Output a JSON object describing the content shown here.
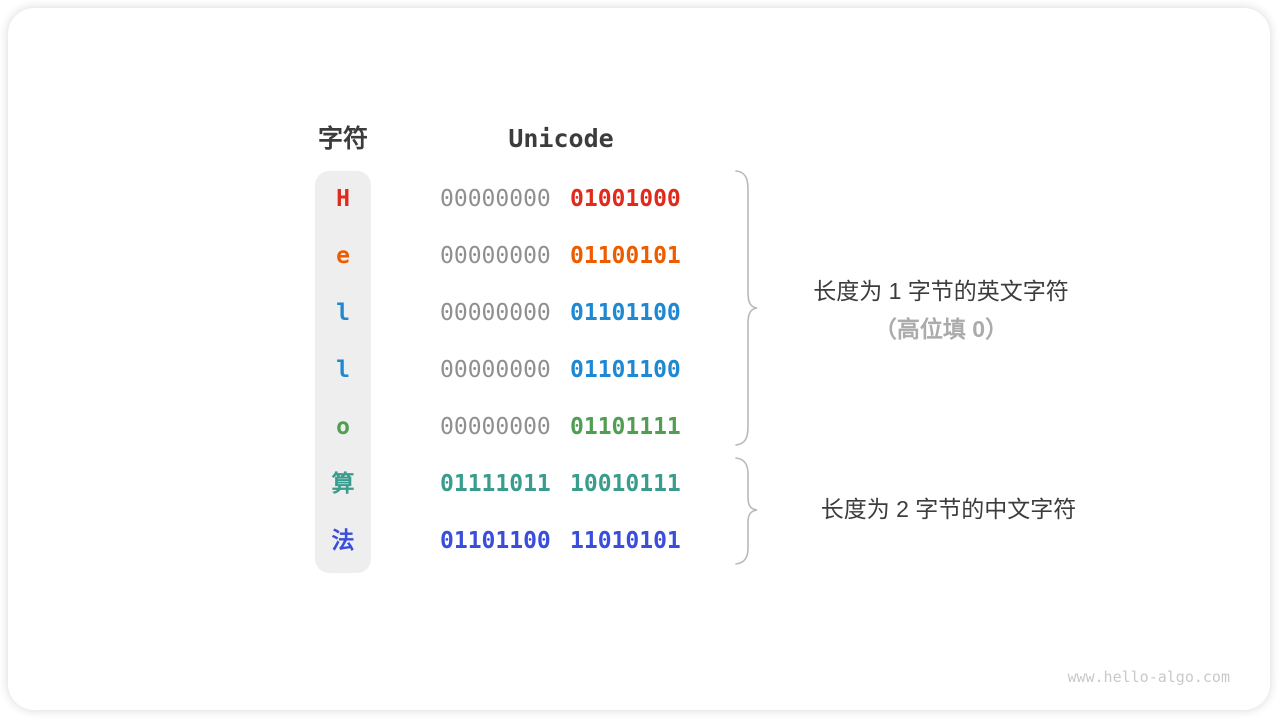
{
  "header": {
    "char_column": "字符",
    "unicode_column": "Unicode"
  },
  "rows": [
    {
      "char": "H",
      "char_color": "#e02a1b",
      "byte1": "00000000",
      "byte1_color": "#8f8f8f",
      "byte2": "01001000",
      "byte2_color": "#e02a1b"
    },
    {
      "char": "e",
      "char_color": "#ee5c00",
      "byte1": "00000000",
      "byte1_color": "#8f8f8f",
      "byte2": "01100101",
      "byte2_color": "#ee5c00"
    },
    {
      "char": "l",
      "char_color": "#1e88d2",
      "byte1": "00000000",
      "byte1_color": "#8f8f8f",
      "byte2": "01101100",
      "byte2_color": "#1e88d2"
    },
    {
      "char": "l",
      "char_color": "#1e88d2",
      "byte1": "00000000",
      "byte1_color": "#8f8f8f",
      "byte2": "01101100",
      "byte2_color": "#1e88d2"
    },
    {
      "char": "o",
      "char_color": "#4f9e52",
      "byte1": "00000000",
      "byte1_color": "#8f8f8f",
      "byte2": "01101111",
      "byte2_color": "#4f9e52"
    },
    {
      "char": "算",
      "char_color": "#399c8d",
      "byte1": "01111011",
      "byte1_color": "#399c8d",
      "byte2": "10010111",
      "byte2_color": "#399c8d"
    },
    {
      "char": "法",
      "char_color": "#3a4ddb",
      "byte1": "01101100",
      "byte1_color": "#3a4ddb",
      "byte2": "11010101",
      "byte2_color": "#3a4ddb"
    }
  ],
  "annotations": {
    "one_byte_line1": "长度为 1 字节的英文字符",
    "one_byte_line2": "（高位填 0）",
    "two_byte": "长度为 2 字节的中文字符"
  },
  "watermark": "www.hello-algo.com",
  "colors": {
    "text_dark": "#3c3c3c",
    "zero_gray": "#8f8f8f",
    "annotation_gray": "#ababab",
    "brace": "#b8b8b8",
    "column_bg": "#eeeeee",
    "watermark_gray": "#c9c9c9"
  }
}
